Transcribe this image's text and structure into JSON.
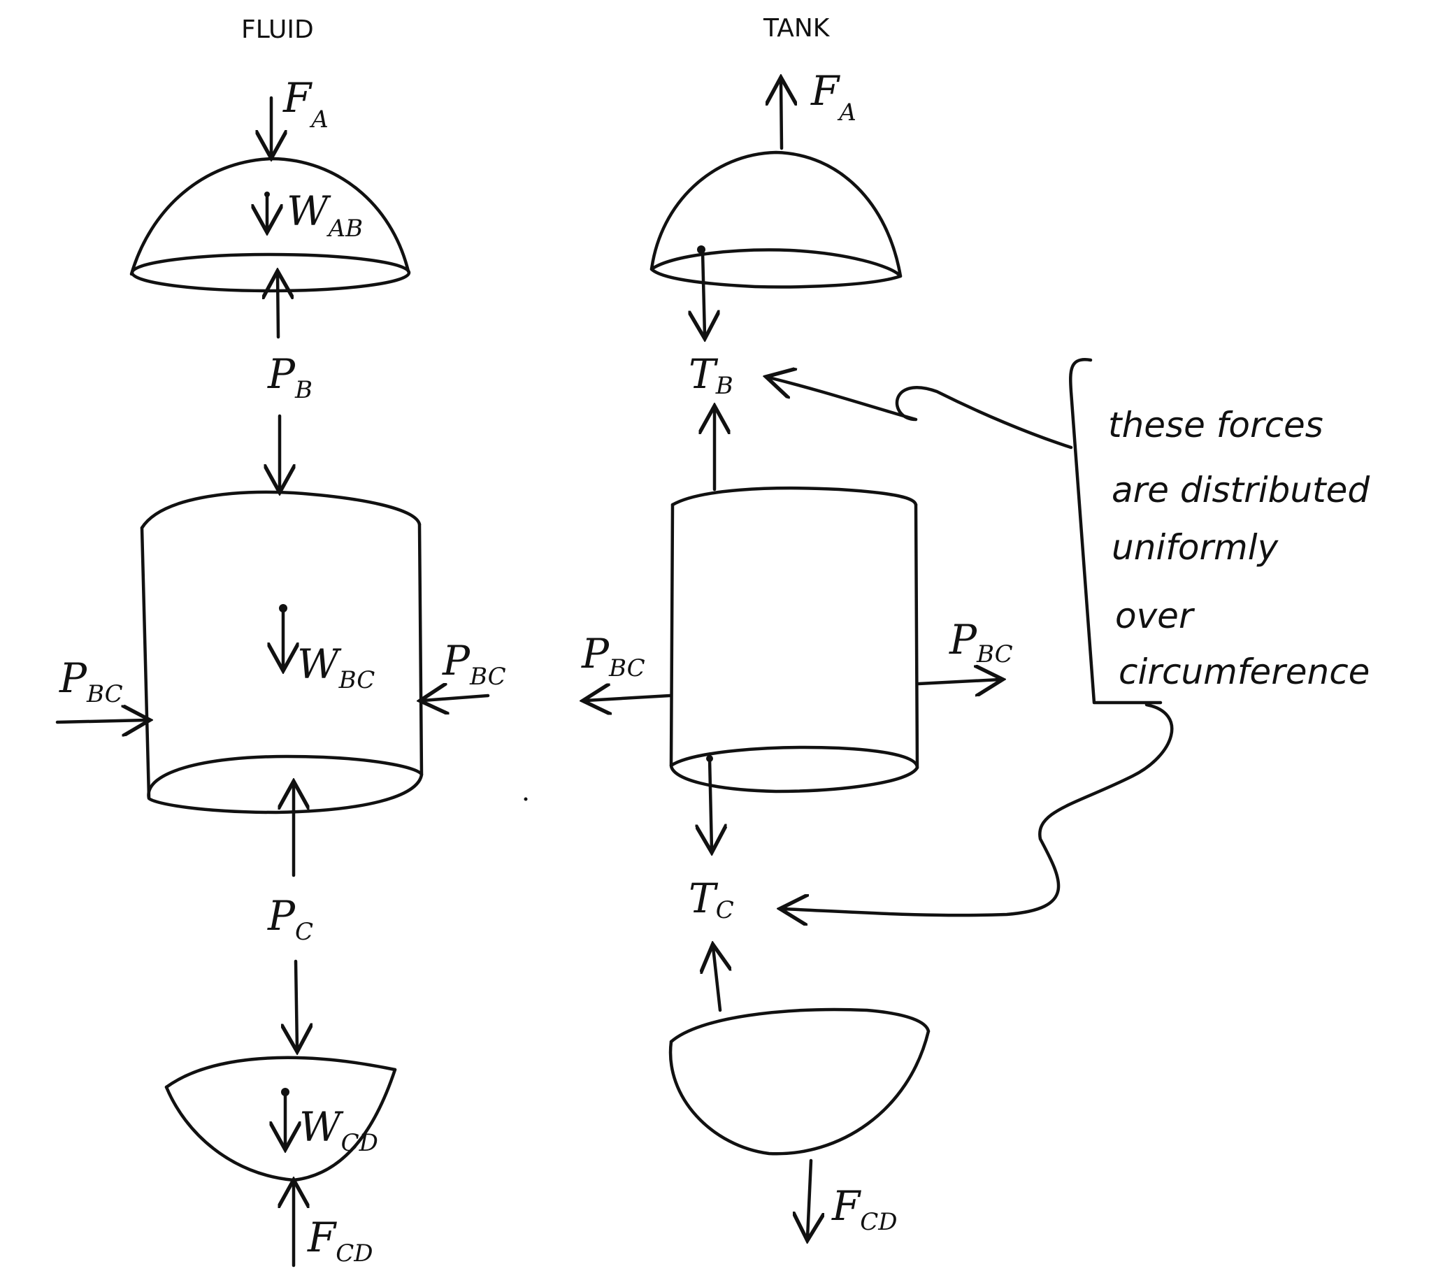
{
  "headers": {
    "fluid": "FLUID",
    "tank": "TANK"
  },
  "fluid": {
    "top_load": {
      "main": "F",
      "sub": "A"
    },
    "top_weight": {
      "main": "W",
      "sub": "AB"
    },
    "p_b": {
      "main": "P",
      "sub": "B"
    },
    "mid_weight": {
      "main": "W",
      "sub": "BC"
    },
    "p_bc_left": {
      "main": "P",
      "sub": "BC"
    },
    "p_bc_right": {
      "main": "P",
      "sub": "BC"
    },
    "p_c": {
      "main": "P",
      "sub": "C"
    },
    "bot_weight": {
      "main": "W",
      "sub": "CD"
    },
    "bot_load": {
      "main": "F",
      "sub": "CD"
    }
  },
  "tank": {
    "top_load": {
      "main": "F",
      "sub": "A"
    },
    "t_b": {
      "main": "T",
      "sub": "B"
    },
    "p_bc_left": {
      "main": "P",
      "sub": "BC"
    },
    "p_bc_right": {
      "main": "P",
      "sub": "BC"
    },
    "t_c": {
      "main": "T",
      "sub": "C"
    },
    "bot_load": {
      "main": "F",
      "sub": "CD"
    }
  },
  "note": {
    "lines": [
      "these forces",
      "are distributed",
      "uniformly",
      "over",
      "circumference"
    ]
  }
}
